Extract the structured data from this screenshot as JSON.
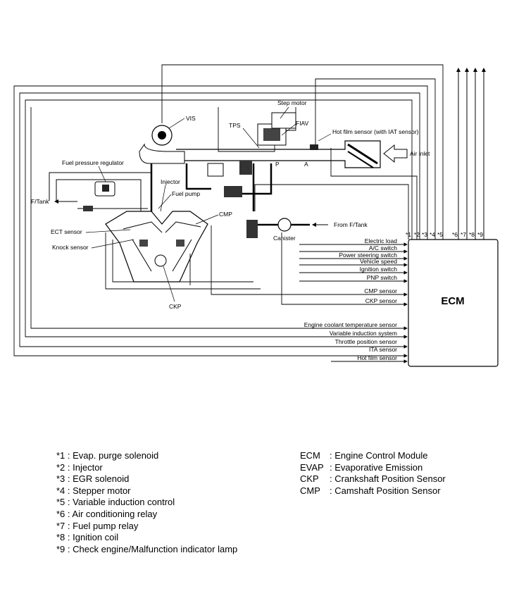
{
  "diagram": {
    "components": {
      "vis": "VIS",
      "tps": "TPS",
      "step_motor": "Step motor",
      "fiav": "FIAV",
      "hot_film": "Hot film sensor (with IAT sensor)",
      "air_inlet": "Air inlet",
      "fuel_pressure_regulator": "Fuel pressure regulator",
      "p": "P",
      "a": "A",
      "injector": "Injector",
      "fuel_pump": "Fuel pump",
      "f_tank": "F/Tank",
      "cmp": "CMP",
      "from_f_tank": "From F/Tank",
      "ect_sensor": "ECT sensor",
      "canister": "Canister",
      "knock_sensor": "Knock sensor",
      "ckp": "CKP"
    },
    "ecm": {
      "title": "ECM",
      "pins": [
        "*1",
        "*2",
        "*3",
        "*4",
        "*5",
        "*6",
        "*7",
        "*8",
        "*9"
      ],
      "inputs": [
        "Electric load",
        "A/C switch",
        "Power steering switch",
        "Vehicle speed",
        "Ignition switch",
        "PNP switch",
        "CMP sensor",
        "CKP sensor",
        "Engine coolant temperature sensor",
        "Variable induction system",
        "Throttle position sensor",
        "ITA sensor",
        "Hot film sensor"
      ]
    }
  },
  "legend": {
    "notes": [
      "*1 : Evap. purge solenoid",
      "*2 : Injector",
      "*3 : EGR solenoid",
      "*4 : Stepper motor",
      "*5 : Variable induction control",
      "*6 : Air conditioning relay",
      "*7 : Fuel pump relay",
      "*8 : Ignition coil",
      "*9 : Check engine/Malfunction indicator lamp"
    ],
    "abbreviations": [
      {
        "abbr": "ECM",
        "meaning": ": Engine Control Module"
      },
      {
        "abbr": "EVAP",
        "meaning": ": Evaporative Emission"
      },
      {
        "abbr": "CKP",
        "meaning": ": Crankshaft Position Sensor"
      },
      {
        "abbr": "CMP",
        "meaning": ": Camshaft Position Sensor"
      }
    ]
  }
}
